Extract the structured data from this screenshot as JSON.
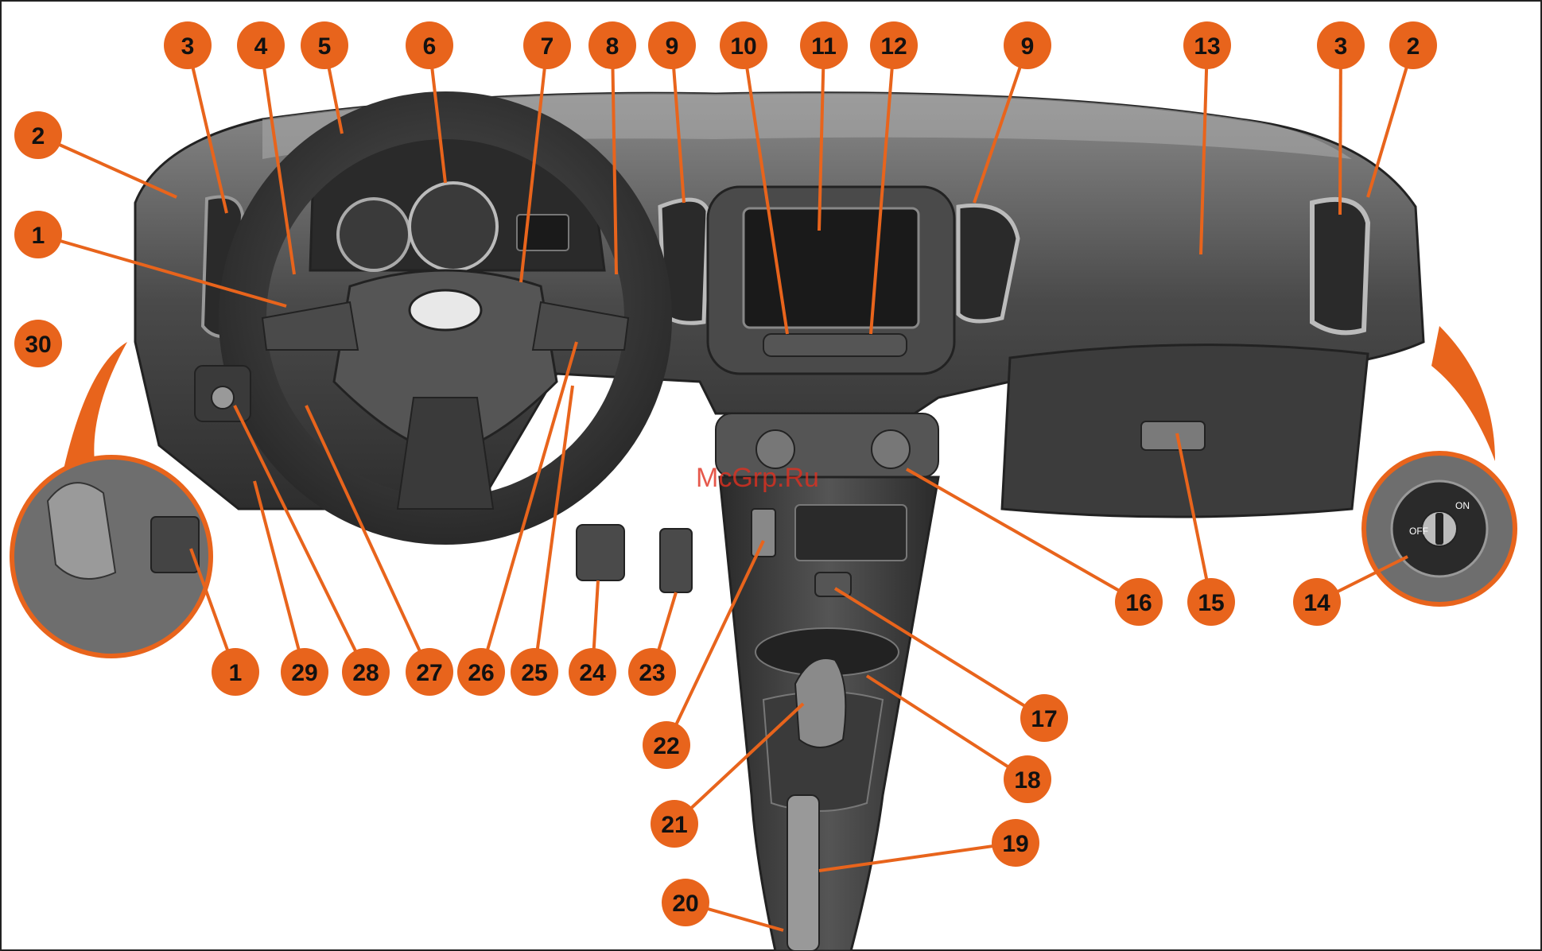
{
  "watermark": "McGrp.Ru",
  "colors": {
    "callout_fill": "#e8641c",
    "callout_text": "#111111",
    "leader_line": "#e8641c",
    "photo_dark": "#3a3a3a",
    "photo_mid": "#6e6e6e",
    "photo_light": "#b8b8b8"
  },
  "inset_labels": {
    "ignition_on": "ON",
    "ignition_off": "OFF"
  },
  "callouts": [
    {
      "label": "1"
    },
    {
      "label": "2"
    },
    {
      "label": "3"
    },
    {
      "label": "4"
    },
    {
      "label": "5"
    },
    {
      "label": "6"
    },
    {
      "label": "7"
    },
    {
      "label": "8"
    },
    {
      "label": "9"
    },
    {
      "label": "10"
    },
    {
      "label": "11"
    },
    {
      "label": "12"
    },
    {
      "label": "9"
    },
    {
      "label": "13"
    },
    {
      "label": "3"
    },
    {
      "label": "2"
    },
    {
      "label": "30"
    },
    {
      "label": "1"
    },
    {
      "label": "29"
    },
    {
      "label": "28"
    },
    {
      "label": "27"
    },
    {
      "label": "26"
    },
    {
      "label": "25"
    },
    {
      "label": "24"
    },
    {
      "label": "23"
    },
    {
      "label": "16"
    },
    {
      "label": "15"
    },
    {
      "label": "14"
    },
    {
      "label": "22"
    },
    {
      "label": "17"
    },
    {
      "label": "18"
    },
    {
      "label": "21"
    },
    {
      "label": "19"
    },
    {
      "label": "20"
    }
  ]
}
